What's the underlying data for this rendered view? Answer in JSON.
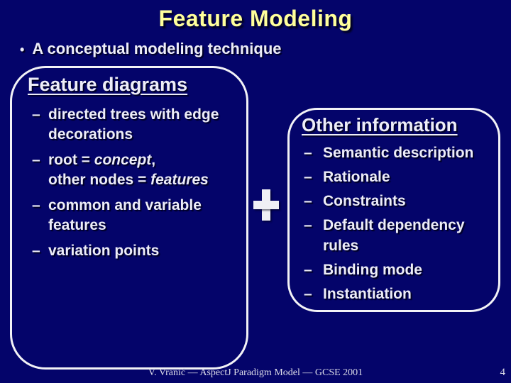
{
  "slide": {
    "title": "Feature Modeling",
    "bullet": {
      "marker": "•",
      "text": "A conceptual modeling technique"
    },
    "footer": "V. Vranić — AspectJ Paradigm Model — GCSE 2001",
    "page_number": "4"
  },
  "marks": {
    "dash": "–"
  },
  "left_box": {
    "heading": "Feature diagrams",
    "items": [
      {
        "lines": [
          "directed trees with edge",
          "decorations"
        ]
      },
      {
        "lines_rich": [
          {
            "pre": "root = ",
            "italic": "concept",
            "post": ","
          },
          {
            "pre": "other nodes = ",
            "italic": "features",
            "post": ""
          }
        ]
      },
      {
        "lines": [
          "common and variable",
          "features"
        ]
      },
      {
        "lines": [
          "variation points"
        ]
      }
    ]
  },
  "connector": {
    "icon": "plus-icon",
    "meaning": "+"
  },
  "right_box": {
    "heading": "Other information",
    "items": [
      {
        "lines": [
          "Semantic description"
        ]
      },
      {
        "lines": [
          "Rationale"
        ]
      },
      {
        "lines": [
          "Constraints"
        ]
      },
      {
        "lines": [
          "Default dependency",
          "rules"
        ]
      },
      {
        "lines": [
          "Binding mode"
        ]
      },
      {
        "lines": [
          "Instantiation"
        ]
      }
    ]
  },
  "colors": {
    "background": "#04046a",
    "title": "#ffff9b",
    "body_text": "#ededf8",
    "box_border": "#f2f2f6",
    "footer_text": "#dcdce8"
  }
}
